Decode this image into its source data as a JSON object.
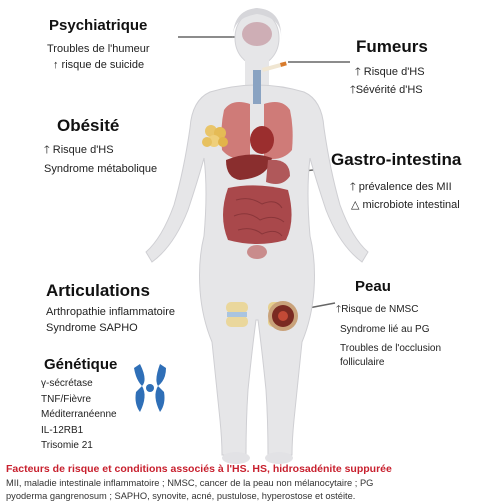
{
  "psychiatrique": {
    "title": "Psychiatrique",
    "line1": "Troubles de l'humeur",
    "line2": "↑ risque de suicide"
  },
  "fumeurs": {
    "title": "Fumeurs",
    "line1": "🡑 Risque d'HS",
    "line2": "🡑Sévérité d'HS"
  },
  "obesite": {
    "title": "Obésité",
    "line1": "🡑 Risque d'HS",
    "line2": "Syndrome métabolique"
  },
  "gastro": {
    "title": "Gastro-intestina",
    "line1": "🡑 prévalence des MII",
    "line2": "△ microbiote intestinal"
  },
  "articulations": {
    "title": "Articulations",
    "line1": "Arthropathie inflammatoire",
    "line2": "Syndrome SAPHO"
  },
  "peau": {
    "title": "Peau",
    "line1": "🡑Risque de NMSC",
    "line2": "Syndrome lié au PG",
    "line3": "Troubles de l'occlusion",
    "line4": "folliculaire"
  },
  "genetique": {
    "title": "Génétique",
    "items": [
      "γ-sécrétase",
      "TNF/Fièvre",
      "Méditerranéenne",
      "IL-12RB1",
      "Trisomie 21"
    ]
  },
  "caption": {
    "title": "Facteurs de risque et conditions associés à l'HS. HS, hidrosadénite suppurée",
    "line1": "MII, maladie intestinale inflammatoire ; NMSC, cancer de la peau non mélanocytaire ; PG",
    "line2": "pyoderma gangrenosum ; SAPHO, synovite, acné, pustulose, hyperostose et ostéite."
  },
  "colors": {
    "body": "#e6e6e8",
    "body_outline": "#cfcfd3",
    "organ_red": "#b74a4a",
    "organ_dark": "#8e2f2f",
    "intestine": "#a9484b",
    "fat": "#e9c56a",
    "joint": "#ead79c",
    "chromosome": "#2f6fb7",
    "caption_red": "#c8202e"
  }
}
